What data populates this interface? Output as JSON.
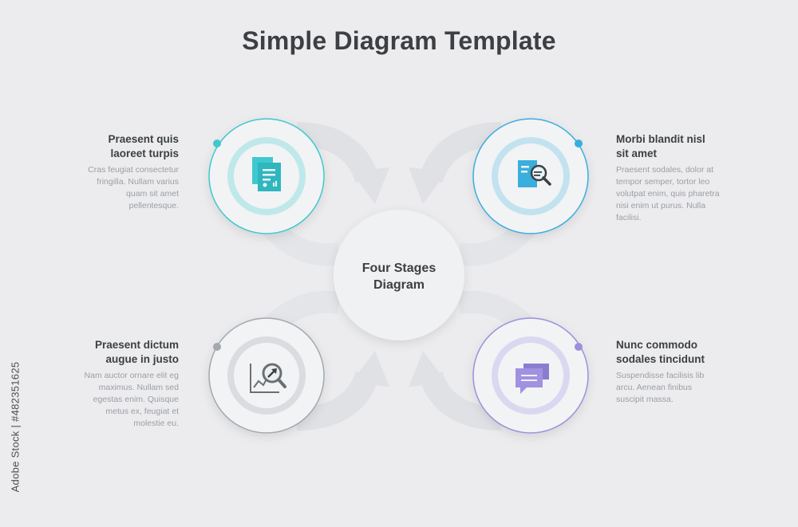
{
  "title": "Simple Diagram Template",
  "center": {
    "line1": "Four Stages",
    "line2": "Diagram"
  },
  "colors": {
    "background": "#ececee",
    "arrow": "#dfe1e4",
    "stage1": "#3fc8cf",
    "stage2": "#3aaedc",
    "stage3": "#a3a8b0",
    "stage4": "#9d8fdc"
  },
  "stages": [
    {
      "heading": "Praesent quis laoreet turpis",
      "body": "Cras feugiat consectetur fringilla. Nullam varius quam sit amet pellentesque.",
      "icon": "document-icon",
      "color": "#3fc8cf"
    },
    {
      "heading": "Morbi blandit nisl sit amet",
      "body": "Praesent sodales, dolor at tempor semper, tortor leo volutpat enim, quis pharetra nisi enim ut purus. Nulla facilisi.",
      "icon": "document-search-icon",
      "color": "#3aaedc"
    },
    {
      "heading": "Praesent dictum augue in justo",
      "body": "Nam auctor ornare elit eg maximus. Nullam sed egestas enim. Quisque metus ex, feugiat et molestie eu.",
      "icon": "chart-search-icon",
      "color": "#a3a8b0"
    },
    {
      "heading": "Nunc commodo sodales tincidunt",
      "body": "Suspendisse facilisis lib arcu. Aenean finibus suscipit massa.",
      "icon": "chat-bubbles-icon",
      "color": "#9d8fdc"
    }
  ],
  "watermark": "Adobe Stock | #482351625"
}
